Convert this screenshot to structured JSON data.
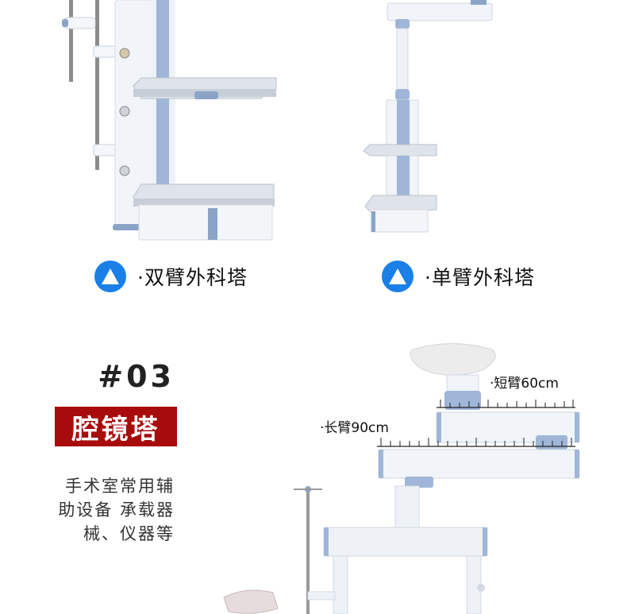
{
  "products": [
    {
      "name": "·双臂外科塔",
      "icon": "triangle-badge-icon"
    },
    {
      "name": "·单臂外科塔",
      "icon": "triangle-badge-icon"
    }
  ],
  "section": {
    "number": "#03",
    "title": "腔镜塔",
    "description": "手术室常用辅助设备 承载器械、仪器等"
  },
  "dimensions": {
    "short_arm": "·短臂60cm",
    "long_arm": "·长臂90cm"
  },
  "colors": {
    "badge_blue": "#1a7fe6",
    "title_red": "#a80b0b",
    "equipment_blue": "#9fb6d8",
    "equipment_white": "#eef2f7"
  }
}
